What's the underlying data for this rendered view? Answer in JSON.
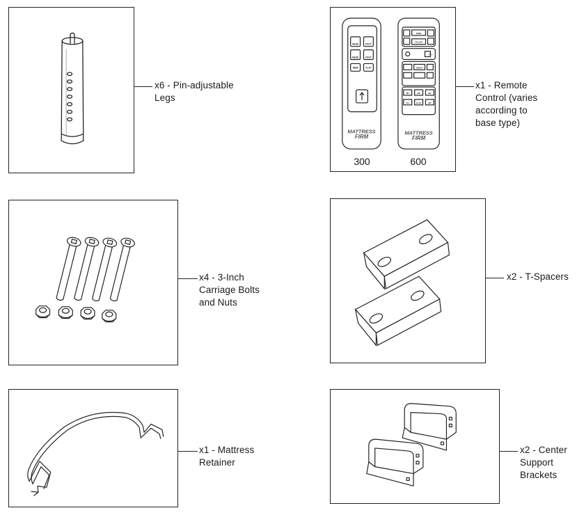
{
  "items": [
    {
      "lines": [
        "x6 - Pin-adjustable",
        "Legs"
      ]
    },
    {
      "lines": [
        "x1 - Remote",
        "Control (varies",
        "according to",
        "base type)"
      ]
    },
    {
      "lines": [
        "x4 - 3-Inch",
        "Carriage Bolts",
        "and Nuts"
      ]
    },
    {
      "lines": [
        "x2 - T-Spacers"
      ]
    },
    {
      "lines": [
        "x1 - Mattress",
        "Retainer"
      ]
    },
    {
      "lines": [
        "x2 - Center",
        "Support",
        "Brackets"
      ]
    }
  ],
  "remotes": {
    "left_model": "300",
    "right_model": "600",
    "brand_line1": "MATTRESS",
    "brand_line2": "FIRM",
    "r300_buttons": [
      "HEAD",
      "FOOT",
      "HEAD",
      "FOOT",
      "MEM",
      "FLAT"
    ],
    "r600_buttons": [
      "MEM",
      "PILLOW",
      "TILT",
      "ON/OFF",
      "M1",
      "M2",
      "M3",
      "ZG",
      "FLAT",
      "M4"
    ]
  }
}
